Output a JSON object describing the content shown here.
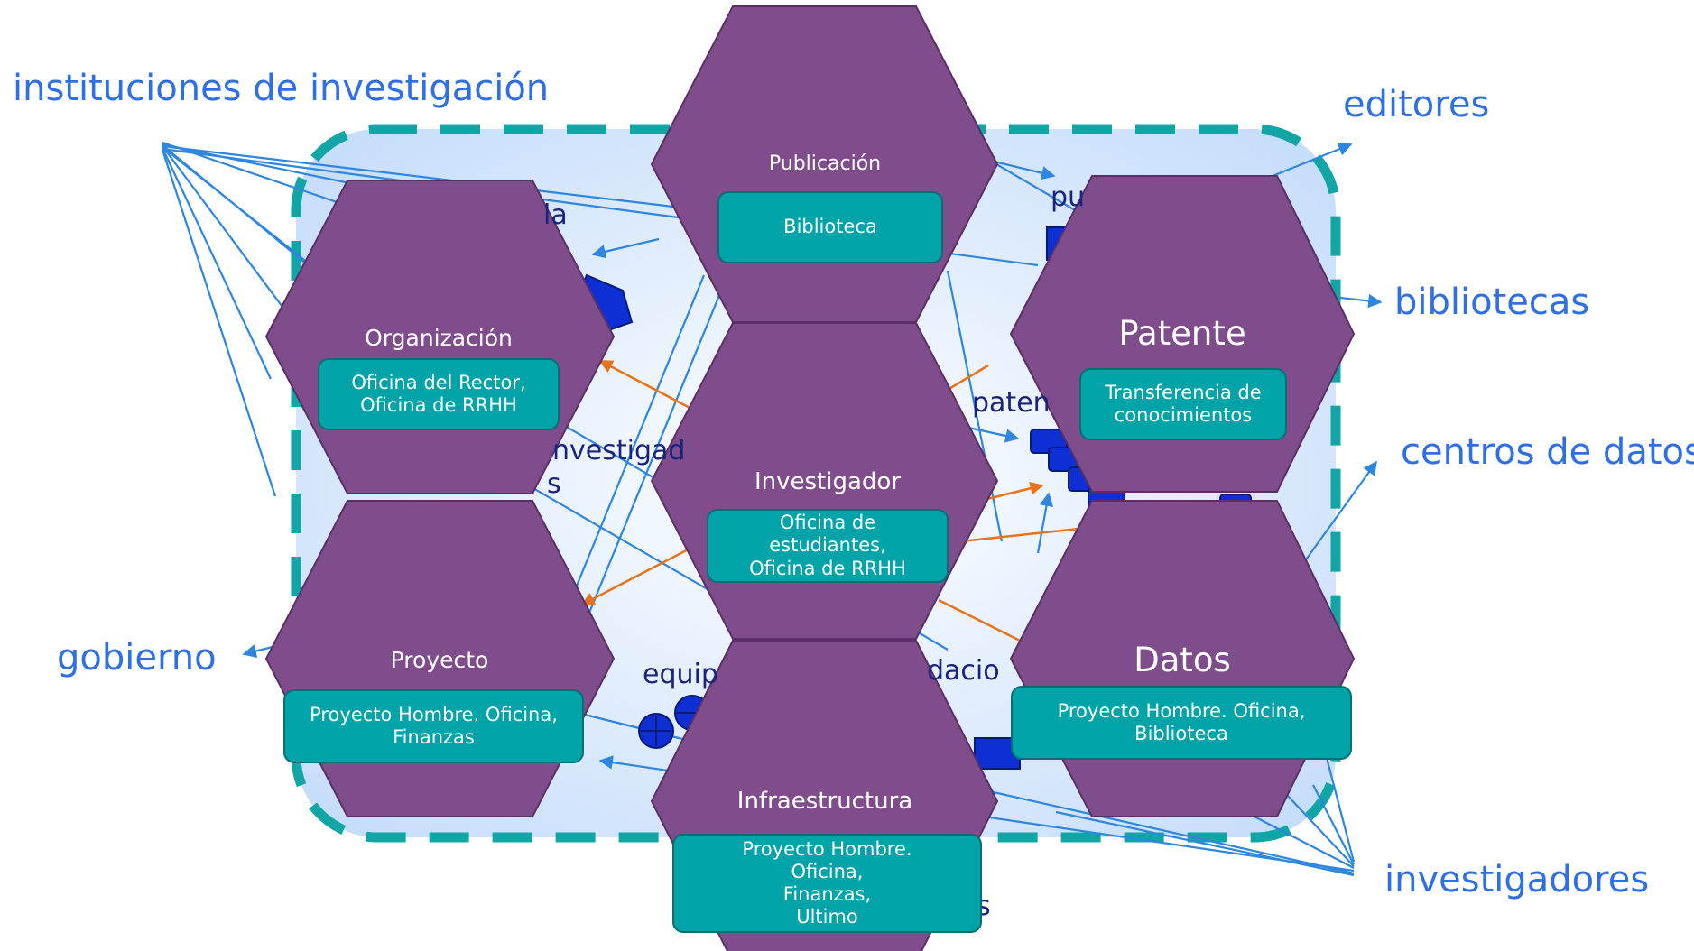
{
  "external_actors": {
    "research_institutions": "instituciones de investigación",
    "publishers": "editores",
    "libraries": "bibliotecas",
    "data_centers": "centros de datos",
    "government": "gobierno",
    "researchers": "investigadores"
  },
  "background_words": {
    "publications_fragment": "pu",
    "organization_fragment": "la",
    "patents_fragment": "paten",
    "researchers_fragment_1": "nvestigad",
    "researchers_fragment_2": "s",
    "equipment_fragment": "equip",
    "data_fragment": "dacio",
    "infrastructure_fragment": "s"
  },
  "entities": {
    "publicacion": {
      "title": "Publicación",
      "office": "Biblioteca"
    },
    "organizacion": {
      "title": "Organización",
      "office": "Oficina del Rector,\nOficina de RRHH"
    },
    "patente": {
      "title": "Patente",
      "office": "Transferencia de\nconocimientos"
    },
    "investigador": {
      "title": "Investigador",
      "office": "Oficina de\nestudiantes,\nOficina de RRHH"
    },
    "proyecto": {
      "title": "Proyecto",
      "office": "Proyecto Hombre. Oficina,\nFinanzas"
    },
    "datos": {
      "title": "Datos",
      "office": "Proyecto Hombre. Oficina,\nBiblioteca"
    },
    "infraestructura": {
      "title": "Infraestructura",
      "office": "Proyecto Hombre.\nOficina,\nFinanzas,\nUltimo"
    }
  },
  "colors": {
    "hexagon_fill": "#7f4d8c",
    "hexagon_stroke": "#5a2f66",
    "office_box": "#00a3a8",
    "dashed_border": "#12a5a5",
    "external_label": "#2f6fe6",
    "link_blue": "#2e86de",
    "link_orange": "#e8731a",
    "node_blue": "#0d2fd4"
  }
}
